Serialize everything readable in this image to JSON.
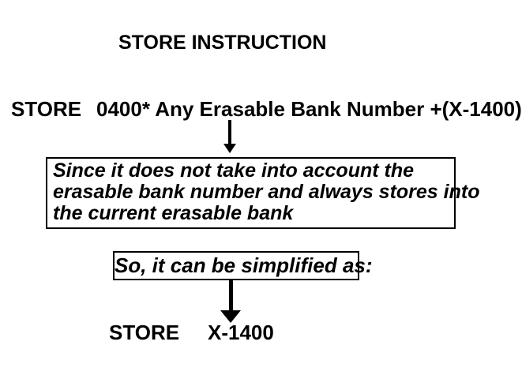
{
  "page": {
    "background_color": "#ffffff",
    "text_color": "#000000",
    "title": "STORE INSTRUCTION"
  },
  "diagram": {
    "original_instruction": {
      "opcode": "STORE",
      "operand": "0400* Any Erasable Bank Number +(X-1400)"
    },
    "arrows": [
      {
        "name": "thin-down-arrow",
        "direction": "down",
        "weight": "thin"
      },
      {
        "name": "thick-down-arrow",
        "direction": "down",
        "weight": "thick"
      }
    ],
    "explanation_box": {
      "lines": [
        "Since it does not take into account the",
        "erasable bank number and always stores into",
        "the current erasable bank"
      ]
    },
    "simplify_box": {
      "label": "So, it can be simplified as:"
    },
    "simplified_instruction": {
      "opcode": "STORE",
      "operand": "X-1400"
    }
  }
}
